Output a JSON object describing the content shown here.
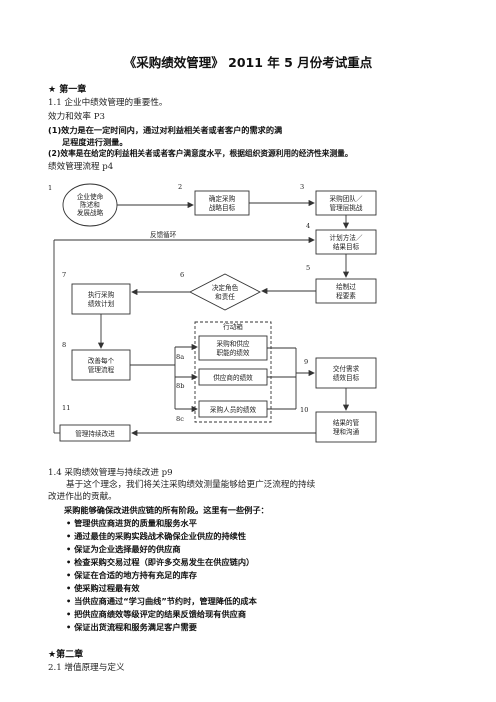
{
  "doc": {
    "title": "《采购绩效管理》 2011 年 5 月份考试重点",
    "ch1_heading": "★  第一章",
    "s1_1": "1.1  企业中绩效管理的重要性。",
    "s_eff": "效力和效率    P3",
    "b1_line1": "(1)效力是在一定时间内，通过对利益相关者或者客户的需求的满",
    "b1_line2": "足程度进行测量。",
    "b2_line1": "(2)效率是在给定的利益相关者或者客户满意度水平，根据组织资源利用的经济性来测量。",
    "flow_title": "绩效管理流程   p4",
    "s1_4": "1.4  采购绩效管理与持续改进 p9",
    "p1_line1": "基于这个理念，我们将关注采购绩效测量能够给更广泛流程的持续",
    "p1_line2": "改进作出的贡献。",
    "bold_intro": "采购能够确保改进供应链的所有阶段。这里有一些例子：",
    "bullets": [
      "• 管理供应商进货的质量和服务水平",
      "• 通过最佳的采购实践战术确保企业供应的持续性",
      "• 保证为企业选择最好的供应商",
      "• 检查采购交易过程（即许多交易发生在供应链内）",
      "• 保证在合适的地方持有充足的库存",
      "• 使采购过程最有效",
      "• 当供应商通过“学习曲线”节约时，管理降低的成本",
      "• 把供应商绩效等级评定的结果反馈给现有供应商",
      "• 保证出货流程和服务满足客户需要"
    ],
    "ch2_heading": "★第二章",
    "s2_1": "2.1  增值原理与定义"
  },
  "flowchart": {
    "oval_lines": [
      "企业使命",
      "陈述和",
      "发展战略"
    ],
    "box2": [
      "确定采购",
      "战略目标"
    ],
    "box3": [
      "采购团队／",
      "管理层挑战"
    ],
    "box4": [
      "计划方法／",
      "结果目标"
    ],
    "box5": [
      "绘制过",
      "程要素"
    ],
    "box7": [
      "执行采购",
      "绩效计划"
    ],
    "diamond": [
      "决定角色",
      "和责任"
    ],
    "box8": [
      "改善每个",
      "管理流程"
    ],
    "hang_label": "行动箱",
    "box_a": [
      "采购和供应",
      "职能的绩效"
    ],
    "box_b": [
      "供应商的绩效"
    ],
    "box_c": [
      "采购人员的绩效"
    ],
    "box9": [
      "交付需求",
      "绩效目标"
    ],
    "box10": [
      "结果的管",
      "理和沟通"
    ],
    "box11": [
      "管理持续改进"
    ],
    "feedback": "反馈循环",
    "nums": [
      "1",
      "2",
      "3",
      "4",
      "5",
      "6",
      "7",
      "8",
      "8a",
      "8b",
      "8c",
      "9",
      "10",
      "11"
    ]
  }
}
